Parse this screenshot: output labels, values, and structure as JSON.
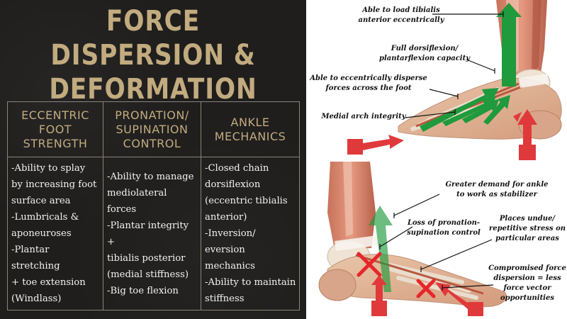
{
  "title": {
    "line1": "FORCE DISPERSION &",
    "line2": "DEFORMATION"
  },
  "table": {
    "headers": [
      [
        "ECCENTRIC FOOT",
        "STRENGTH"
      ],
      [
        "PRONATION/",
        "SUPINATION",
        "CONTROL"
      ],
      [
        "ANKLE",
        "MECHANICS"
      ]
    ],
    "columns": [
      [
        "-Ability to splay",
        "by increasing foot",
        "surface area",
        "-Lumbricals &",
        "aponeuroses",
        "-Plantar stretching",
        "+ toe extension",
        "(Windlass)"
      ],
      [
        "-Ability to manage",
        "mediolateral forces",
        "-Plantar integrity +",
        "tibialis posterior",
        "(medial stiffness)",
        "-Big toe flexion"
      ],
      [
        "-Closed chain",
        "dorsiflexion",
        "(eccentric tibialis",
        "anterior)",
        "-Inversion/ eversion",
        "mechanics",
        "-Ability to maintain",
        "stiffness"
      ]
    ]
  },
  "top_annotations": [
    [
      "Able to load tibialis",
      "anterior eccentrically"
    ],
    [
      "Full dorsiflexion/",
      "plantarflexion capacity"
    ],
    [
      "Able to eccentrically disperse",
      "forces across the foot"
    ],
    [
      "Medial arch integrity"
    ]
  ],
  "bottom_annotations": [
    [
      "Greater demand for ankle",
      "to work as stabilizer"
    ],
    [
      "Loss of pronation-",
      "supination control"
    ],
    [
      "Places undue/",
      "repetitive stress on",
      "particular areas"
    ],
    [
      "Compromised force",
      "dispersion = less",
      "force vector",
      "opportunities"
    ]
  ],
  "colors": {
    "panel_bg": "#1f1e1d",
    "title_gold": "#c2ab7f",
    "grid_line": "#8a8378",
    "arrow_green": "#1f9a3c",
    "arrow_red": "#e0393b",
    "x_mark": "#e6262a"
  }
}
